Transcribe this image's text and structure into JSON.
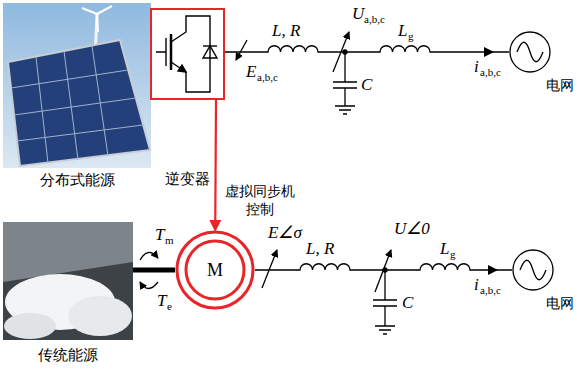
{
  "diagram": {
    "nodes": [
      {
        "text": [
          "分布式能源"
        ]
      },
      {
        "text": [
          "逆变器"
        ]
      },
      {
        "text": [
          "电网"
        ]
      },
      {
        "text": [
          "传统能源"
        ]
      },
      {
        "text": [
          "M"
        ]
      },
      {
        "text": [
          "电网"
        ]
      }
    ],
    "edges": [
      {
        "from": 1,
        "to": 4,
        "arrow": "to",
        "label": "虚拟同步机控制"
      }
    ],
    "labels": [
      "E",
      "a,b,c",
      "L, R",
      "U",
      "a,b,c",
      "C",
      "L",
      "g",
      "i",
      "a,b,c",
      "T",
      "m",
      "T",
      "e",
      "E∠σ",
      "L, R",
      "U∠0",
      "C",
      "L",
      "g",
      "i",
      "a,b,c"
    ]
  }
}
